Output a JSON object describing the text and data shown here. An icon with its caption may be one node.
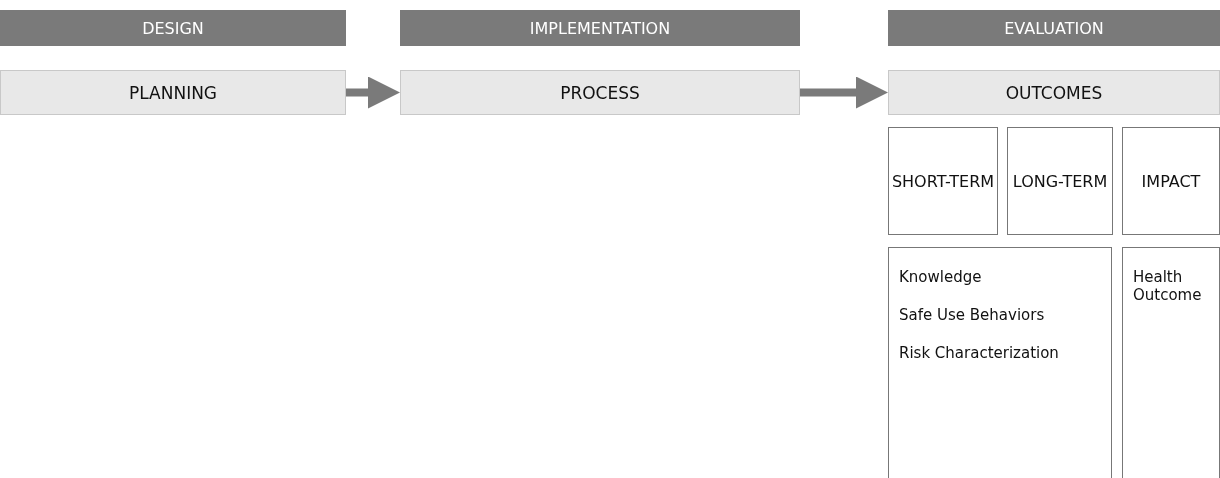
{
  "diagram": {
    "nodes": [
      {
        "text": [
          "DESIGN"
        ]
      },
      {
        "text": [
          "PLANNING"
        ]
      },
      {
        "text": [
          "IMPLEMENTATION"
        ]
      },
      {
        "text": [
          "PROCESS"
        ]
      },
      {
        "text": [
          "EVALUATION"
        ]
      },
      {
        "text": [
          "OUTCOMES"
        ]
      },
      {
        "text": [
          "SHORT-TERM"
        ]
      },
      {
        "text": [
          "LONG-TERM"
        ]
      },
      {
        "text": [
          "IMPACT"
        ]
      },
      {
        "text": [
          "Knowledge",
          "Safe Use Behaviors",
          "Risk Characterization"
        ]
      },
      {
        "text": [
          "Health Outcome"
        ]
      }
    ],
    "edges": [
      {
        "from": 1,
        "to": 3,
        "arrow": "to"
      },
      {
        "from": 3,
        "to": 5,
        "arrow": "to"
      }
    ]
  }
}
